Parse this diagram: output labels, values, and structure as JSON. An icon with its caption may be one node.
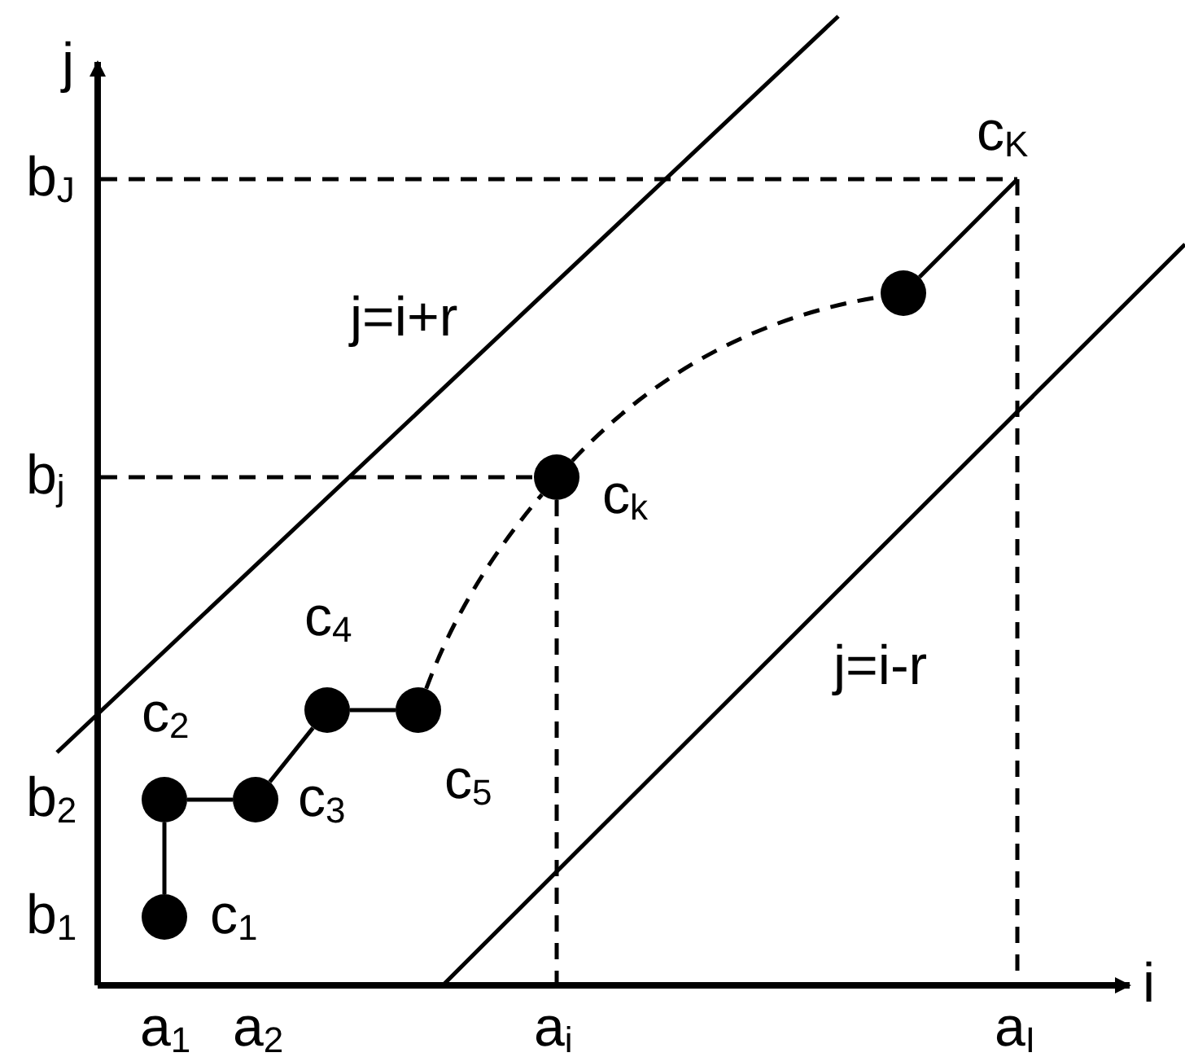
{
  "diagram": {
    "nodes": [
      {
        "text": [],
        "shape": "circle",
        "beside": [
          "c$_{1}$"
        ]
      },
      {
        "text": [],
        "shape": "circle",
        "beside": [
          "c$_{2}$"
        ]
      },
      {
        "text": [],
        "shape": "circle",
        "beside": [
          "c$_{3}$"
        ]
      },
      {
        "text": [],
        "shape": "circle",
        "beside": [
          "c$_{4}$"
        ]
      },
      {
        "text": [],
        "shape": "circle",
        "beside": [
          "c$_{5}$"
        ]
      },
      {
        "text": [],
        "shape": "circle",
        "beside": [
          "c$_{k}$"
        ]
      },
      {
        "text": [],
        "shape": "circle"
      },
      {
        "text": [
          "c$_{K}$"
        ]
      }
    ],
    "edges": [
      {
        "from": 0,
        "to": 1,
        "arrow": "none"
      },
      {
        "from": 1,
        "to": 2,
        "arrow": "none"
      },
      {
        "from": 2,
        "to": 3,
        "arrow": "none"
      },
      {
        "from": 3,
        "to": 4,
        "arrow": "none"
      },
      {
        "from": 4,
        "to": 5,
        "arrow": "none",
        "style": "dashed"
      },
      {
        "from": 5,
        "to": 6,
        "arrow": "none",
        "style": "dashed"
      },
      {
        "from": 6,
        "to": 7,
        "arrow": "none"
      }
    ],
    "labels": [
      "j",
      "b$_{J}$",
      "j=i+r",
      "b$_{j}$",
      "j=i-r",
      "b$_{2}$",
      "b$_{1}$",
      "i",
      "a$_{1}$",
      "a$_{2}$",
      "a$_{i}$",
      "a$_{I}$"
    ]
  }
}
